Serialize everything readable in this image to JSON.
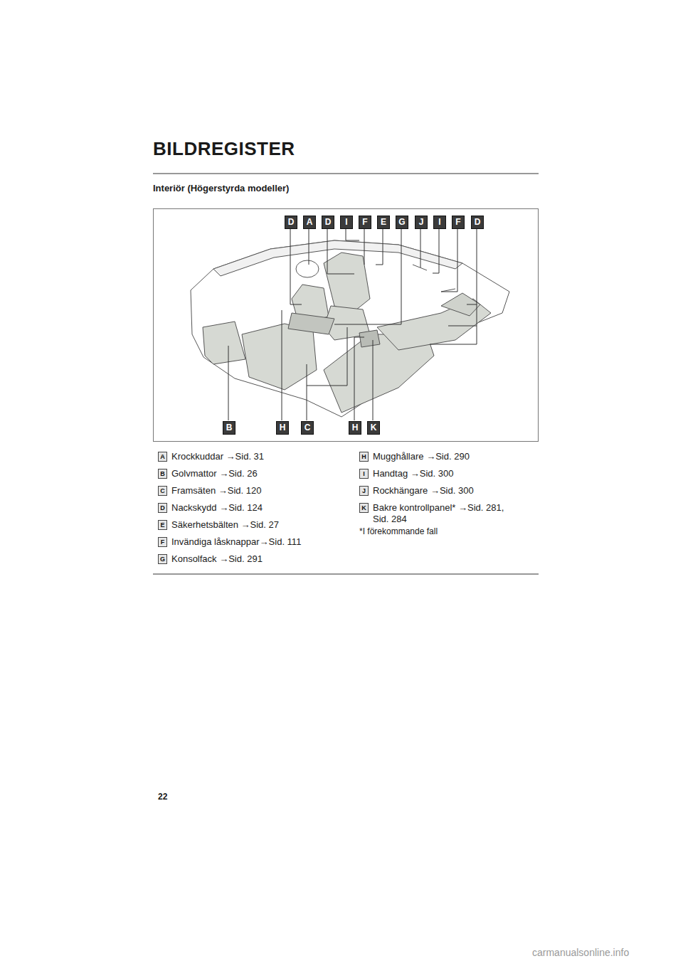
{
  "diagram": {
    "title": "BILDREGISTER",
    "labels": [
      "Interiör (Högerstyrda modeller)",
      "D",
      "A",
      "D",
      "I",
      "F",
      "E",
      "G",
      "J",
      "I",
      "F",
      "D",
      "B",
      "H",
      "C",
      "H",
      "K",
      "A",
      "Krockkuddar →Sid. 31",
      "B",
      "Golvmattor →Sid. 26",
      "C",
      "Framsäten →Sid. 120",
      "D",
      "Nackskydd →Sid. 124",
      "E",
      "Säkerhetsbälten →Sid. 27",
      "F",
      "Invändiga låsknappar→Sid. 111",
      "G",
      "Konsolfack →Sid. 291",
      "H",
      "Mugghållare →Sid. 290",
      "I",
      "Handtag →Sid. 300",
      "J",
      "Rockhängare →Sid. 300",
      "K",
      "Bakre kontrollpanel* →Sid. 281, Sid. 284",
      "*I förekommande fall",
      "22",
      "carmanualsonline.info"
    ]
  }
}
